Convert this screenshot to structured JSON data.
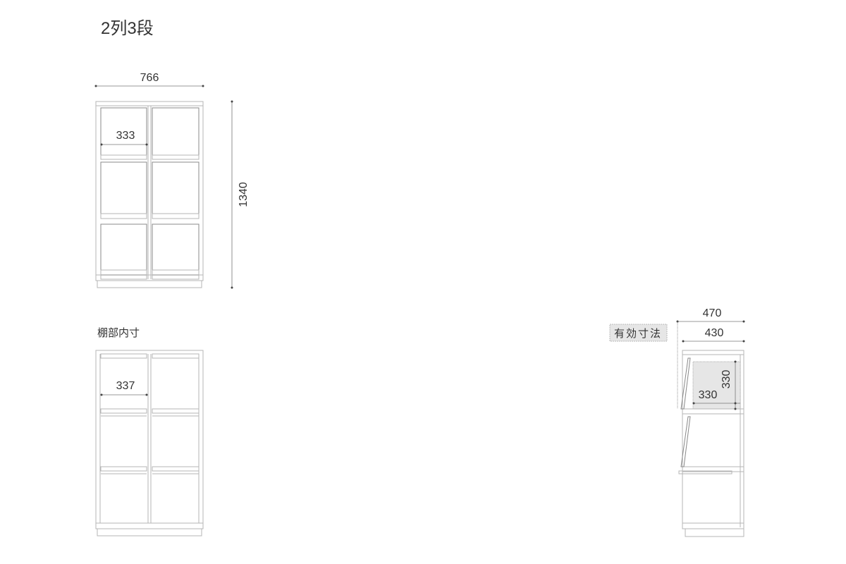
{
  "title": "2列3段",
  "front_view": {
    "width_label": "766",
    "height_label": "1340",
    "inner_width_label": "333"
  },
  "shelf_inner": {
    "heading": "棚部内寸",
    "inner_width_label": "337"
  },
  "side_view": {
    "badge": "有効寸法",
    "depth_outer_label": "470",
    "depth_inner_label": "430",
    "effective_depth_label": "330",
    "effective_height_label": "330",
    "badge_color": "#e6e6e6"
  }
}
